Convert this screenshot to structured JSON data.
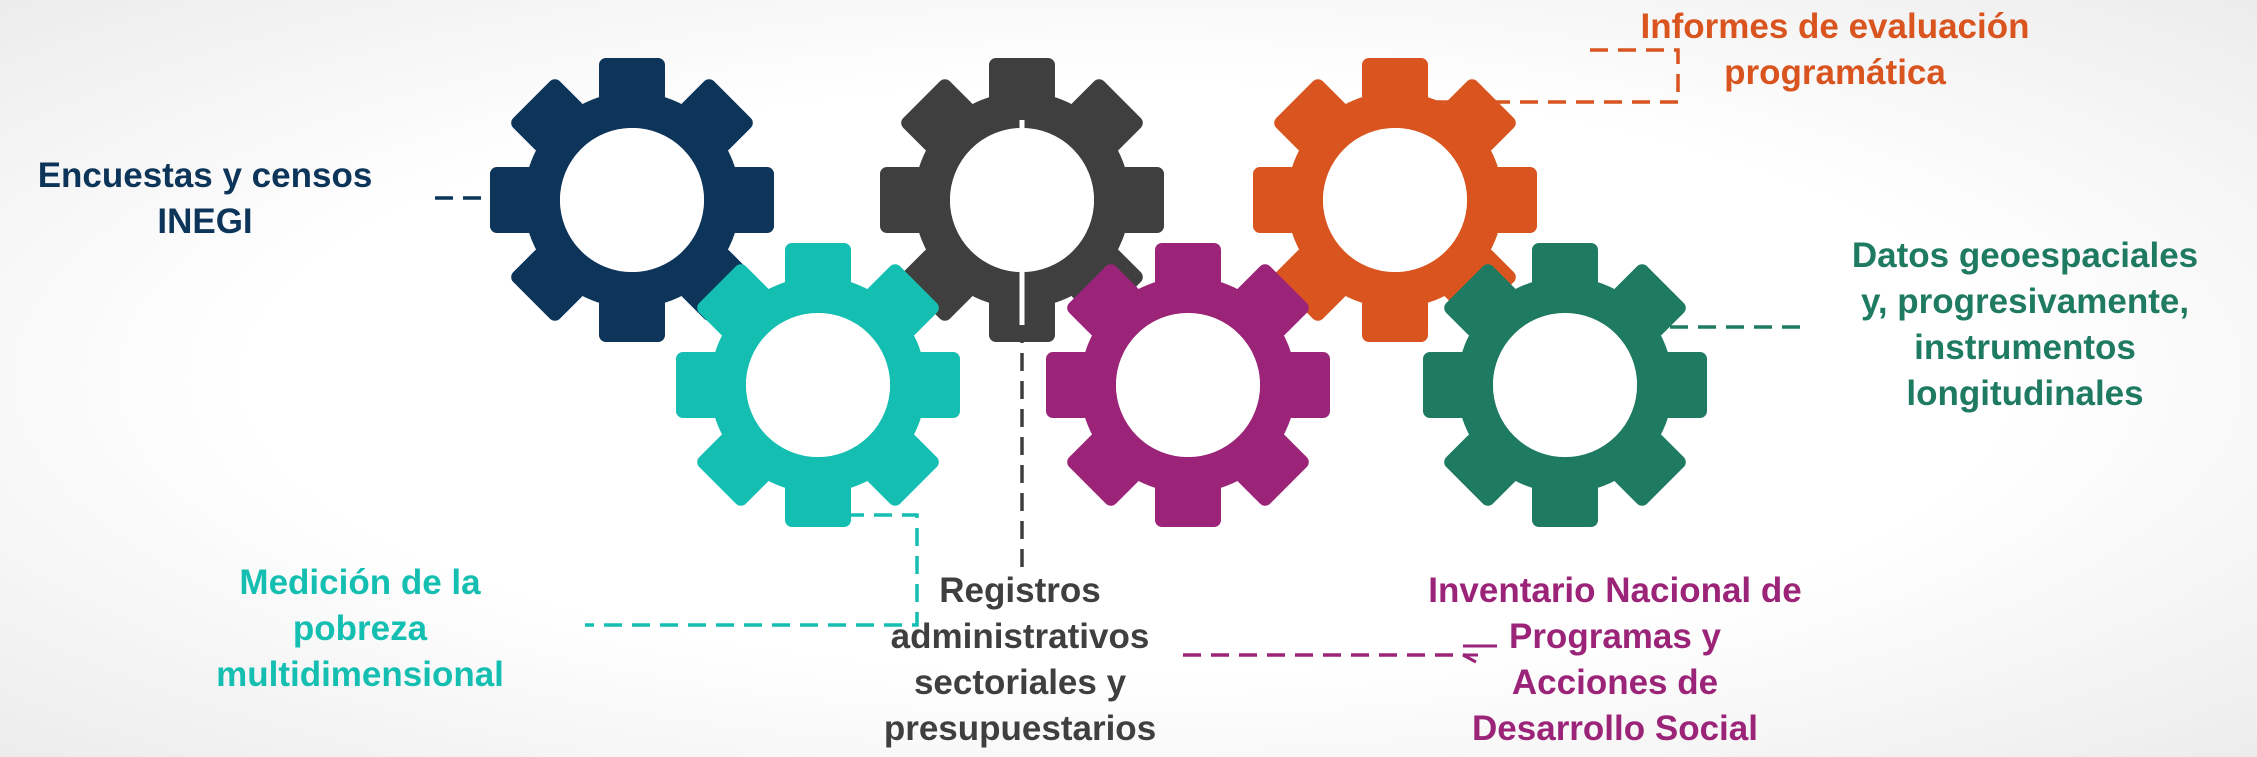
{
  "colors": {
    "navy": "#0d3459",
    "dark_gray": "#3f3f3f",
    "orange": "#d9541e",
    "teal": "#14bfb2",
    "magenta": "#9b2479",
    "green": "#1f7a62"
  },
  "gears": [
    {
      "name": "gear-navy",
      "color": "#0d3459"
    },
    {
      "name": "gear-dark-gray",
      "color": "#3f3f3f"
    },
    {
      "name": "gear-orange",
      "color": "#d9541e"
    },
    {
      "name": "gear-teal",
      "color": "#14bfb2"
    },
    {
      "name": "gear-magenta",
      "color": "#9b2479"
    },
    {
      "name": "gear-green",
      "color": "#1f7a62"
    }
  ],
  "labels": {
    "encuestas": {
      "text": "Encuestas y censos\nINEGI",
      "color": "#0d3459"
    },
    "informes": {
      "text": "Informes de evaluación\nprogramática",
      "color": "#d9541e"
    },
    "datos": {
      "text": "Datos geoespaciales\ny, progresivamente,\ninstrumentos\nlongitudinales",
      "color": "#1f7a62"
    },
    "medicion": {
      "text": "Medición de la\npobreza\nmultidimensional",
      "color": "#14bfb2"
    },
    "registros": {
      "text": "Registros\nadministrativos\nsectoriales y\npresupuestarios",
      "color": "#3f3f3f"
    },
    "inventario": {
      "text": "Inventario Nacional de\nProgramas y\nAcciones de\nDesarrollo Social",
      "color": "#9b2479"
    }
  }
}
